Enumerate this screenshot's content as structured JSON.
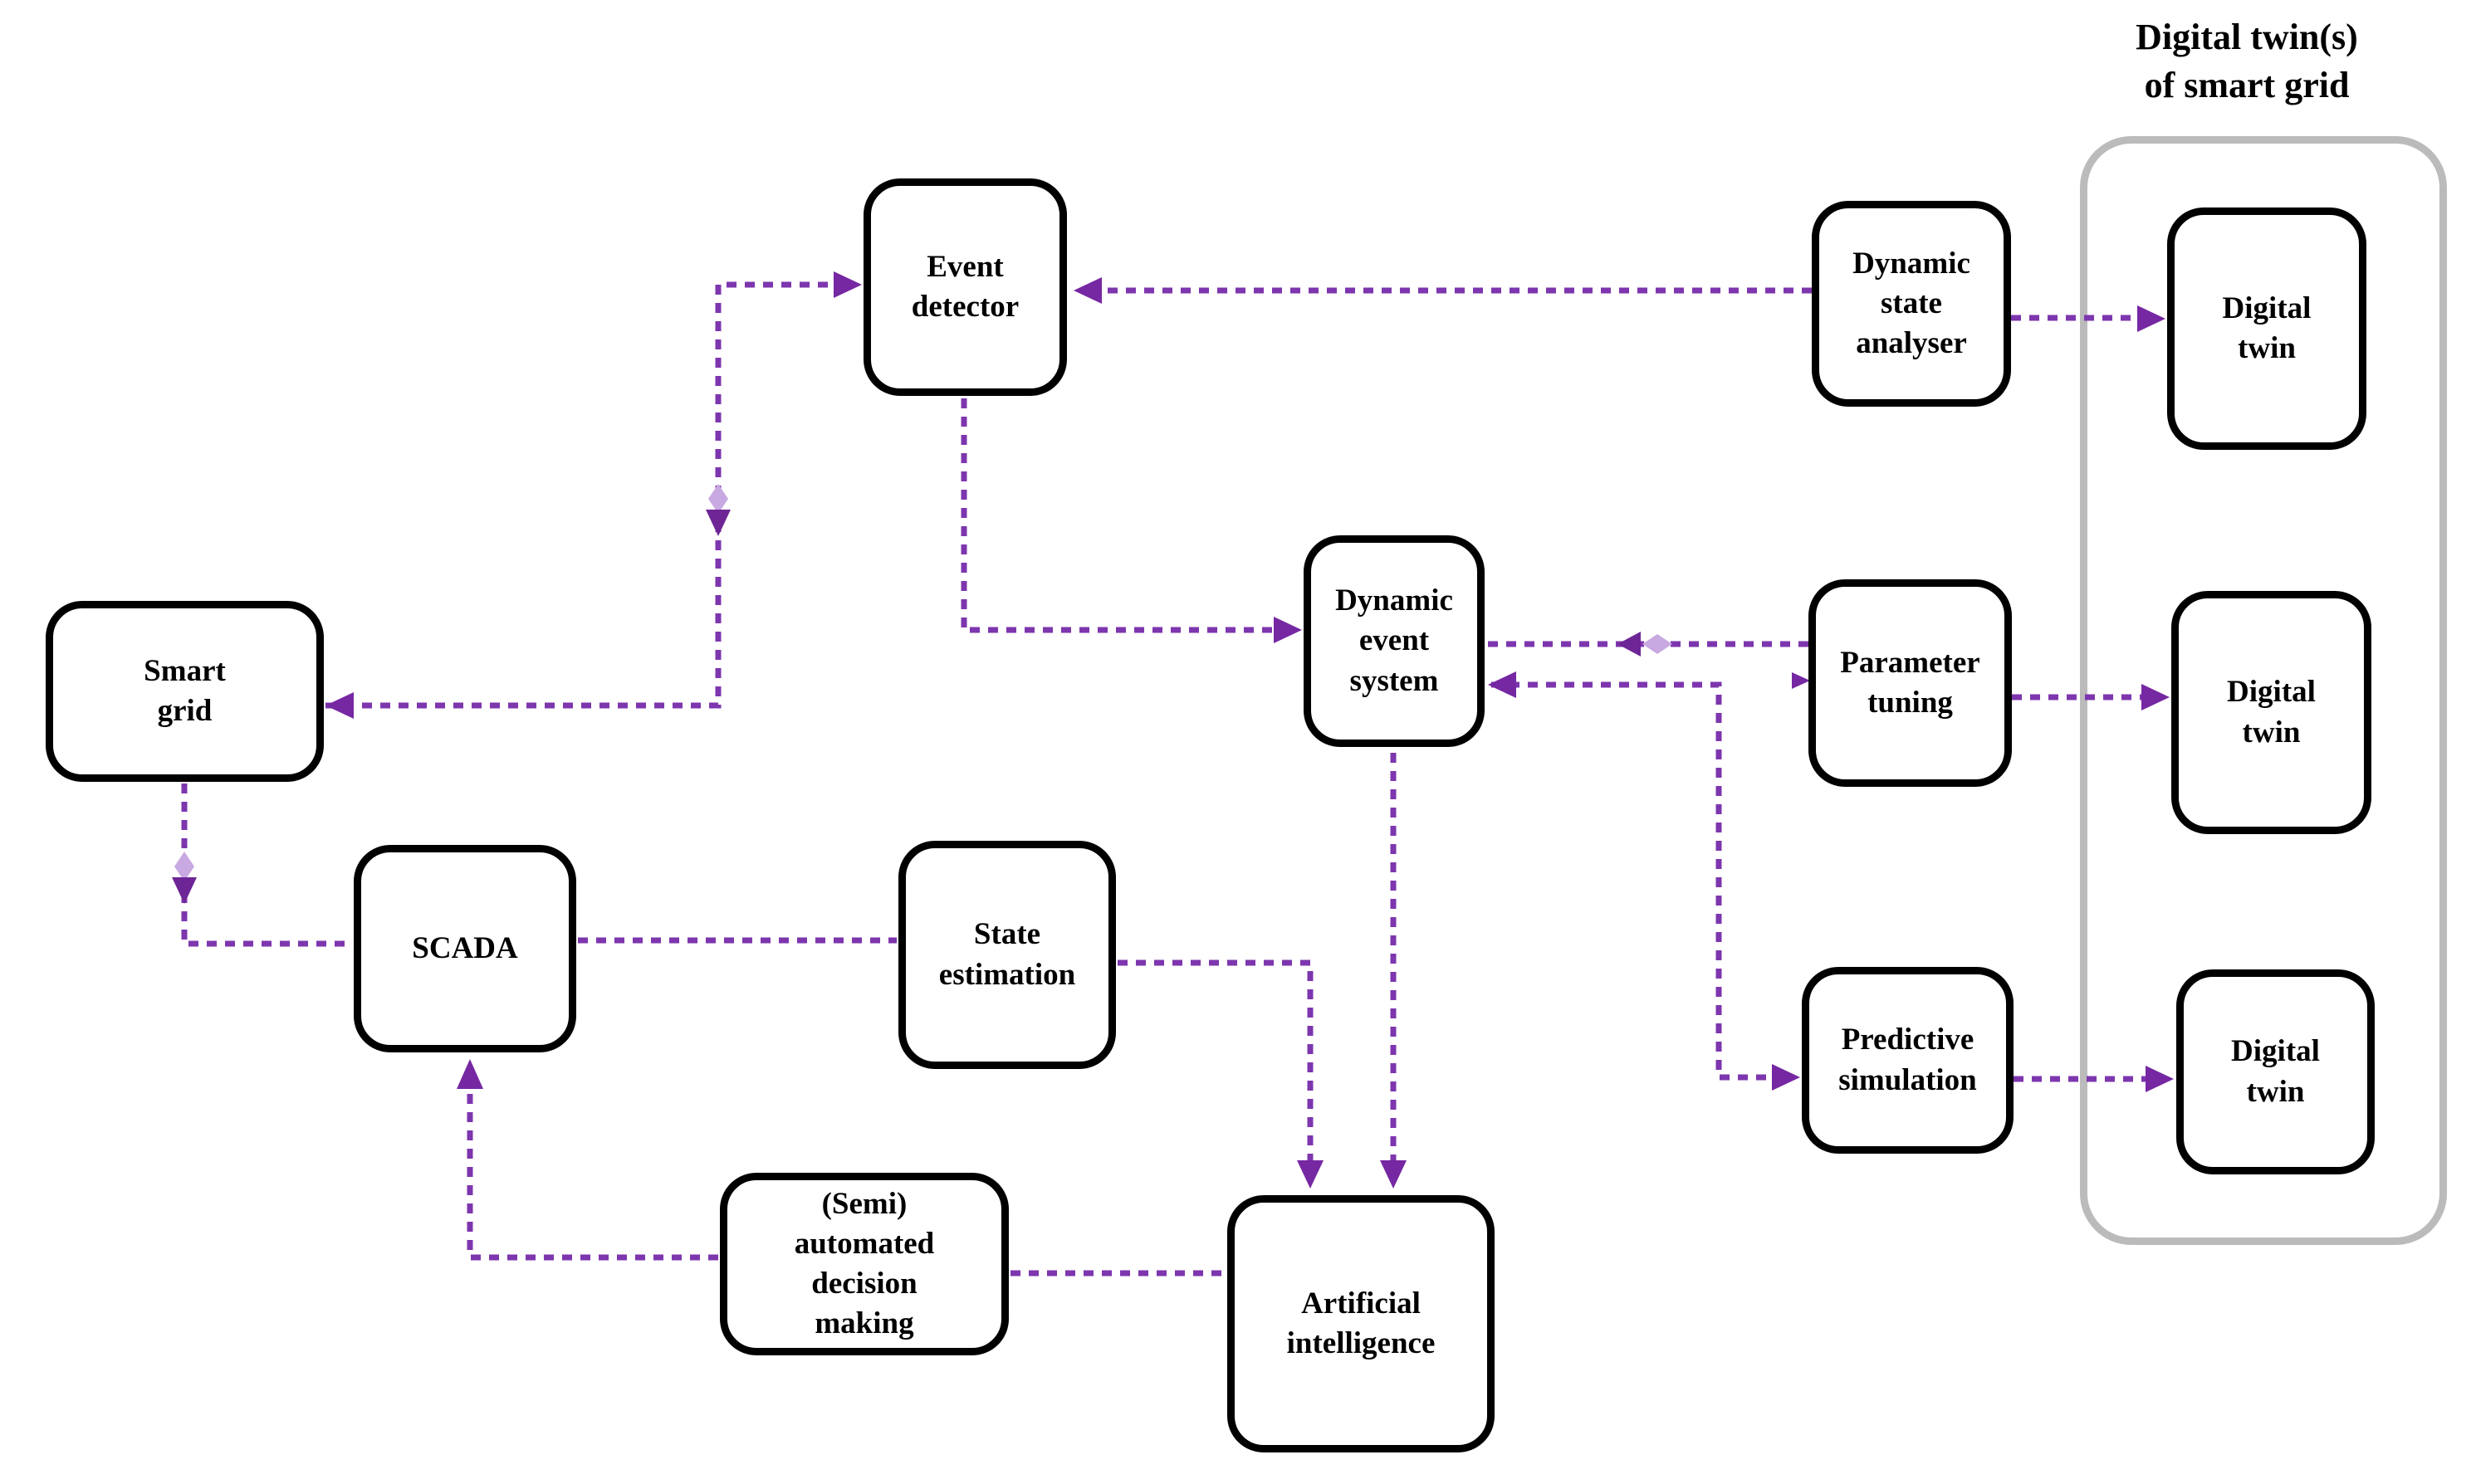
{
  "figure": {
    "type": "flow-diagram",
    "title": "Digital twin(s)\nof smart grid",
    "colors": {
      "arrow": "#7d36ae",
      "arrow_head": "#7627a2",
      "arrow_light": "#c9a9e2",
      "node_border": "#000000",
      "container_border": "#bbbbbb",
      "text": "#000000",
      "background": "#ffffff"
    },
    "nodes": {
      "event_detector": {
        "label": "Event\ndetector"
      },
      "smart_grid": {
        "label": "Smart\ngrid"
      },
      "scada": {
        "label": "SCADA"
      },
      "state_estimation": {
        "label": "State\nestimation"
      },
      "semi_automated_decision_making": {
        "label": "(Semi)\nautomated\ndecision\nmaking"
      },
      "artificial_intelligence": {
        "label": "Artificial\nintelligence"
      },
      "dynamic_event_system": {
        "label": "Dynamic\nevent\nsystem"
      },
      "dynamic_state_analyser": {
        "label": "Dynamic\nstate\nanalyser"
      },
      "parameter_tuning": {
        "label": "Parameter\ntuning"
      },
      "predictive_simulation": {
        "label": "Predictive\nsimulation"
      },
      "digital_twin_1": {
        "label": "Digital\ntwin"
      },
      "digital_twin_2": {
        "label": "Digital\ntwin"
      },
      "digital_twin_3": {
        "label": "Digital\ntwin"
      }
    },
    "container": {
      "title_ref": "title",
      "contains": [
        "digital_twin_1",
        "digital_twin_2",
        "digital_twin_3"
      ]
    },
    "edges": [
      {
        "from": "smart_grid",
        "to": "event_detector",
        "style": "dashed",
        "direction": "bidirectional"
      },
      {
        "from": "dynamic_state_analyser",
        "to": "event_detector",
        "style": "dashed",
        "direction": "one-way"
      },
      {
        "from": "dynamic_state_analyser",
        "to": "digital_twin_1",
        "style": "dashed",
        "direction": "one-way"
      },
      {
        "from": "event_detector",
        "to": "dynamic_event_system",
        "style": "dashed",
        "direction": "one-way"
      },
      {
        "from": "parameter_tuning",
        "to": "dynamic_event_system",
        "style": "dashed",
        "direction": "one-way"
      },
      {
        "from": "predictive_simulation",
        "to": "dynamic_event_system",
        "style": "dashed",
        "direction": "bidirectional"
      },
      {
        "from": "parameter_tuning",
        "to": "digital_twin_2",
        "style": "dashed",
        "direction": "one-way"
      },
      {
        "from": "predictive_simulation",
        "to": "digital_twin_3",
        "style": "dashed",
        "direction": "one-way"
      },
      {
        "from": "smart_grid",
        "to": "scada",
        "style": "dashed",
        "direction": "one-way"
      },
      {
        "from": "scada",
        "to": "state_estimation",
        "style": "dashed",
        "direction": "link"
      },
      {
        "from": "state_estimation",
        "to": "artificial_intelligence",
        "style": "dashed",
        "direction": "one-way"
      },
      {
        "from": "dynamic_event_system",
        "to": "artificial_intelligence",
        "style": "dashed",
        "direction": "one-way"
      },
      {
        "from": "semi_automated_decision_making",
        "to": "artificial_intelligence",
        "style": "dashed",
        "direction": "link"
      },
      {
        "from": "semi_automated_decision_making",
        "to": "scada",
        "style": "dashed",
        "direction": "one-way"
      }
    ]
  }
}
